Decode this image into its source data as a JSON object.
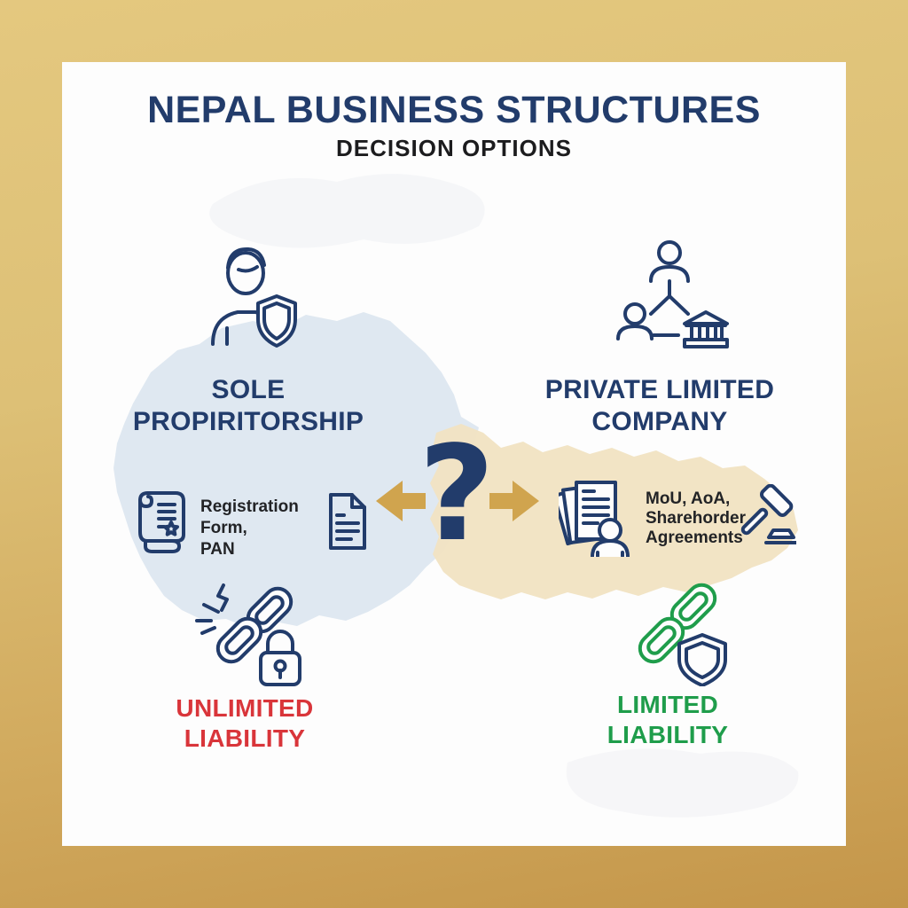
{
  "header": {
    "title": "NEPAL BUSINESS STRUCTURES",
    "subtitle": "DECISION OPTIONS"
  },
  "center": {
    "question_mark": "?",
    "icons": [
      "left-arrow-icon",
      "right-arrow-icon",
      "question-mark"
    ]
  },
  "left": {
    "heading": "SOLE\nPROPIRITORSHIP",
    "documents_label": "Registration Form,\nPAN",
    "liability_label": "UNLIMITED\nLIABILITY",
    "icons": [
      "person-shield-icon",
      "scroll-document-icon",
      "registration-document-icon",
      "broken-chain-lock-icon"
    ]
  },
  "right": {
    "heading": "PRIVATE LIMITED\nCOMPANY",
    "documents_label": "MoU, AoA,\nSharehorder\nAgreements",
    "liability_label": "LIMITED\nLIABILITY",
    "icons": [
      "org-chart-icon",
      "stacked-documents-person-icon",
      "gavel-icon",
      "green-chain-shield-icon"
    ]
  },
  "colors": {
    "navy": "#223c6b",
    "text_dark": "#1c1c1e",
    "red": "#d9353a",
    "green": "#1f9d4b",
    "gold_arrow": "#d0a44e",
    "border_gold_top": "#e4c87f",
    "border_gold_bottom": "#c4964a",
    "map_blue": "#dbe6f0",
    "map_tan": "#f1e3c2",
    "panel_white": "#fdfdfd"
  }
}
